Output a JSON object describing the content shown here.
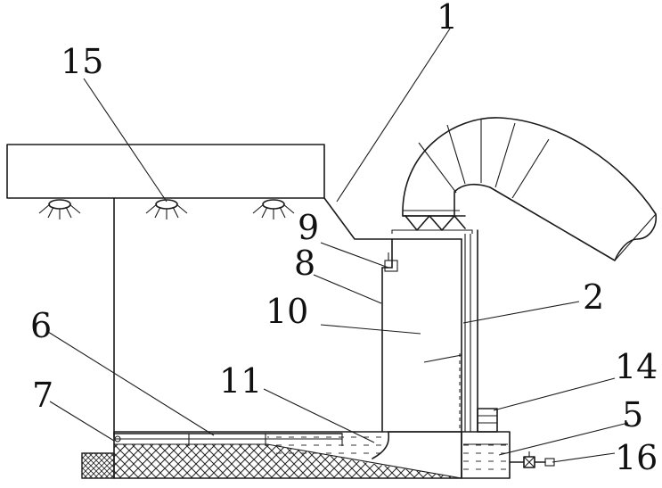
{
  "diagram": {
    "labels": [
      {
        "id": "1",
        "text": "1"
      },
      {
        "id": "2",
        "text": "2"
      },
      {
        "id": "5",
        "text": "5"
      },
      {
        "id": "6",
        "text": "6"
      },
      {
        "id": "7",
        "text": "7"
      },
      {
        "id": "8",
        "text": "8"
      },
      {
        "id": "9",
        "text": "9"
      },
      {
        "id": "10",
        "text": "10"
      },
      {
        "id": "11",
        "text": "11"
      },
      {
        "id": "14",
        "text": "14"
      },
      {
        "id": "15",
        "text": "15"
      },
      {
        "id": "16",
        "text": "16"
      }
    ]
  }
}
